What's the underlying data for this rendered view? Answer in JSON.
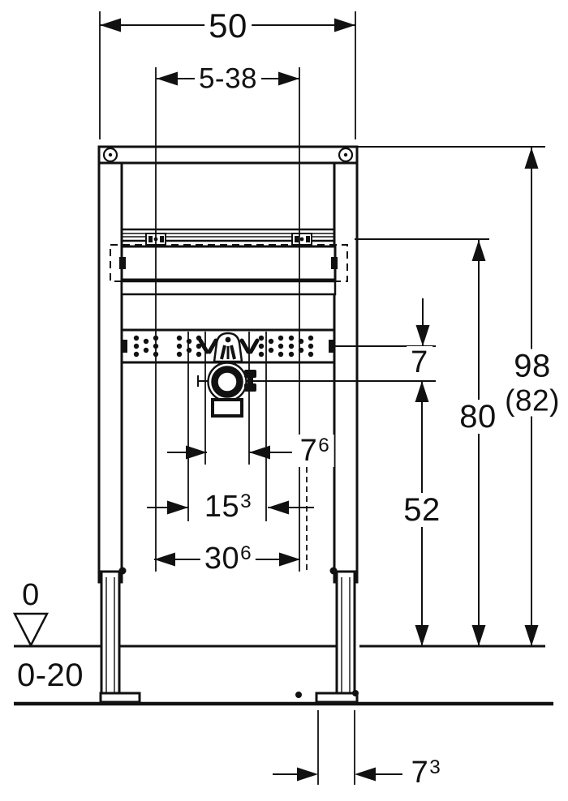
{
  "diagram": {
    "kind": "installation-frame-dimension-drawing",
    "colors": {
      "line": "#111111",
      "background": "#ffffff"
    },
    "labels": {
      "total_width": "50",
      "tap_rail_range": "5-38",
      "plate_to_drain": "7",
      "rail_height": "80",
      "frame_height": "98",
      "frame_height_alt": "(82)",
      "drain_height": "52",
      "supply_spacing": {
        "value": "7",
        "sup": "6"
      },
      "connection_spacing": {
        "value": "15",
        "sup": "3"
      },
      "fixing_spacing": {
        "value": "30",
        "sup": "6"
      },
      "foot_depth": {
        "value": "7",
        "sup": "3"
      },
      "floor_datum": "0",
      "floor_adjust_range": "0-20"
    }
  }
}
